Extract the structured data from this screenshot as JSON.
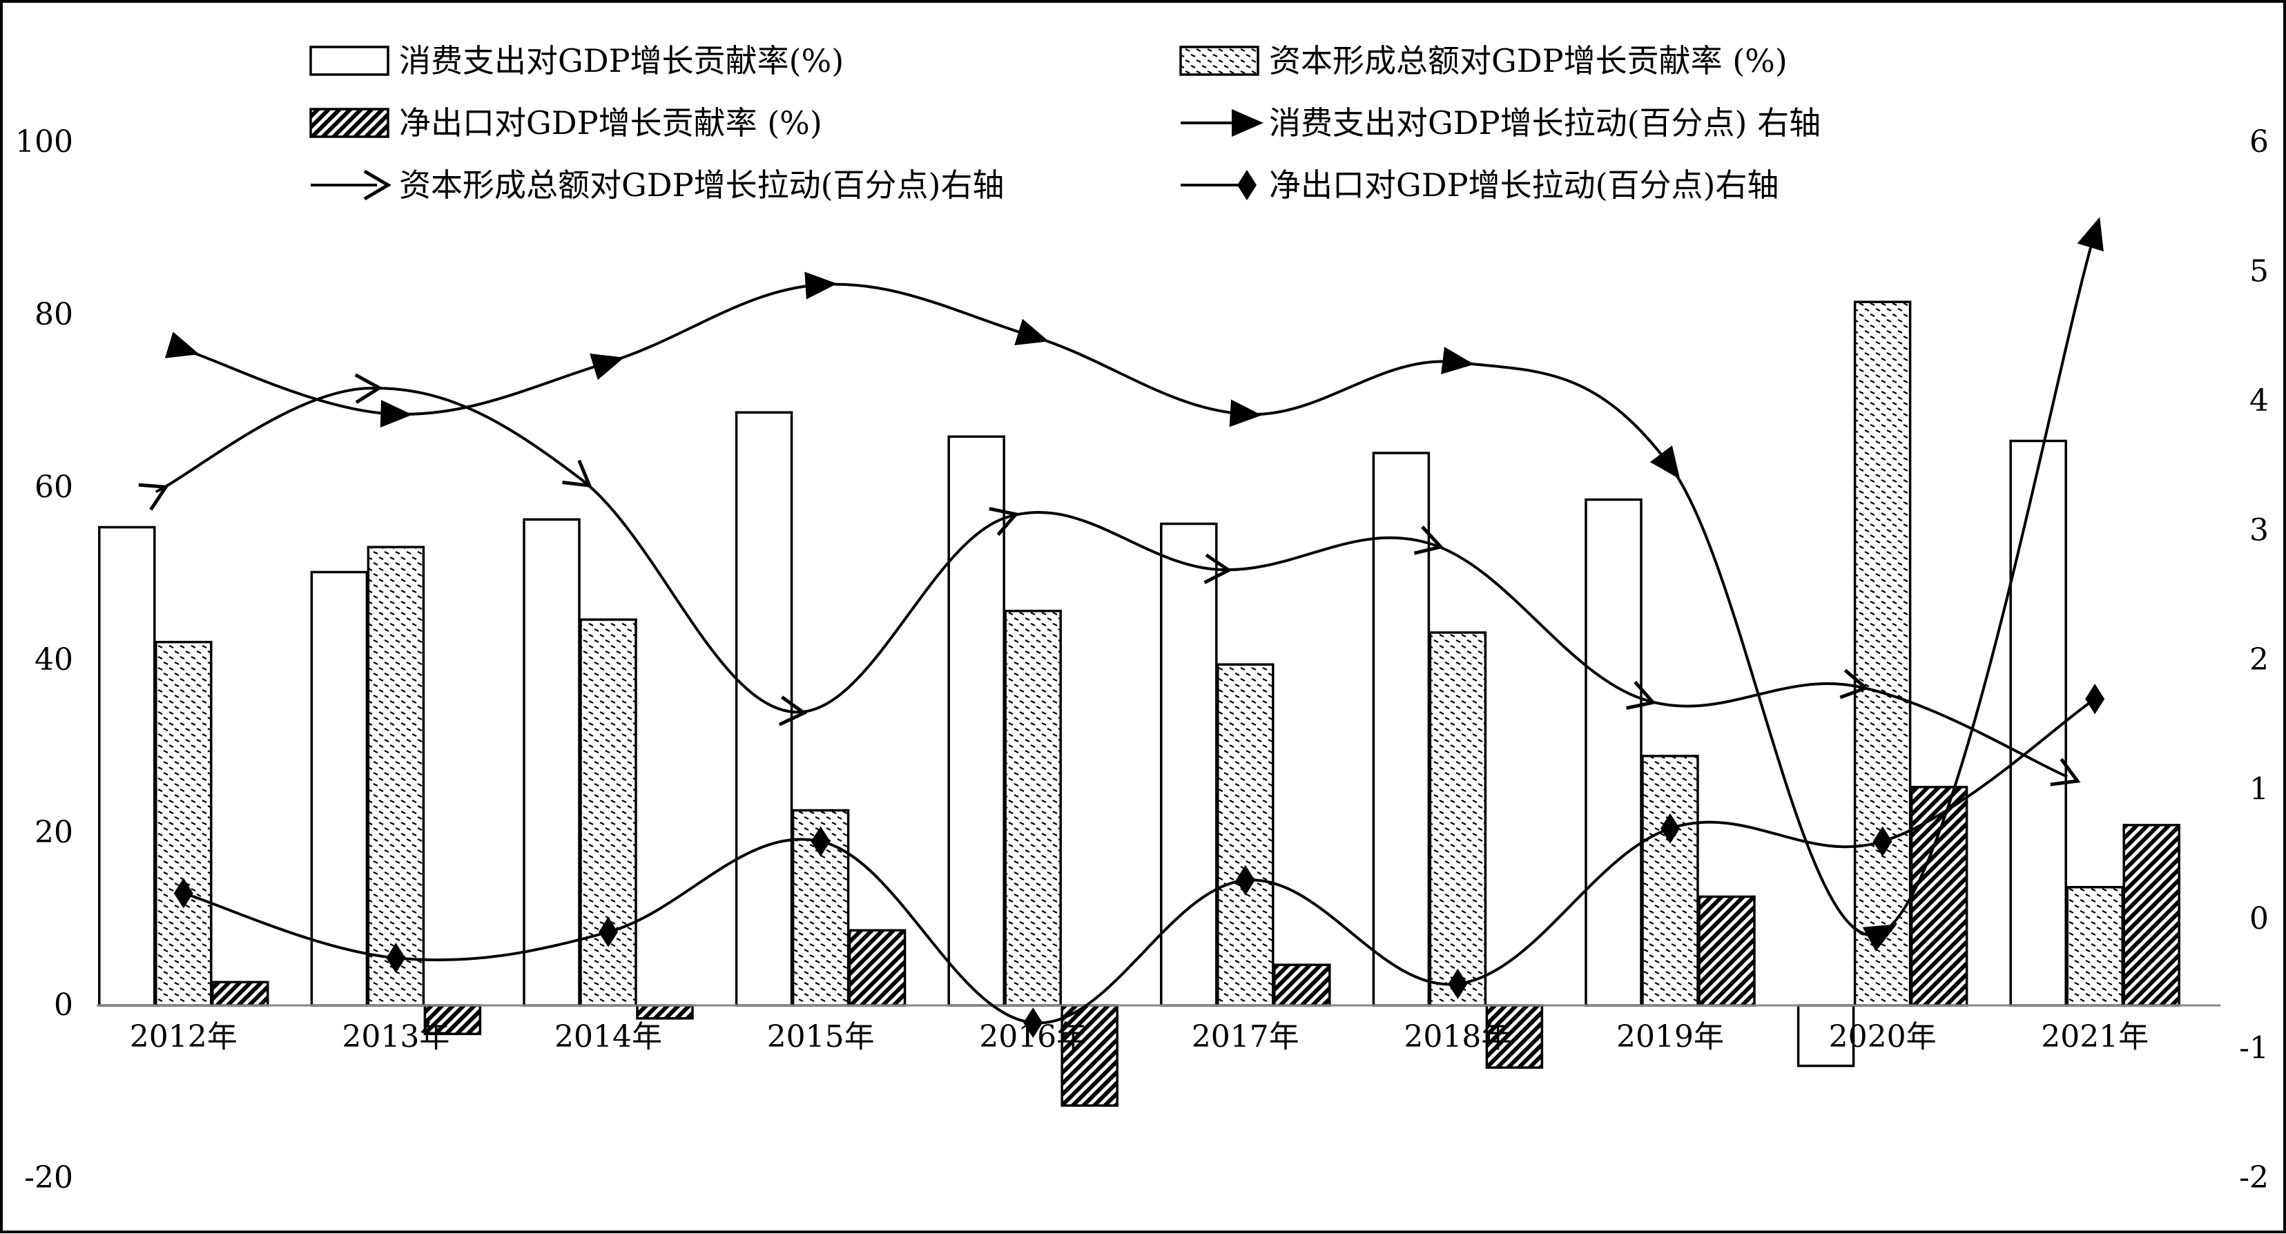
{
  "chart_data": {
    "type": "bar",
    "title": "",
    "xlabel": "",
    "ylabel": "",
    "categories": [
      "2012年",
      "2013年",
      "2014年",
      "2015年",
      "2016年",
      "2017年",
      "2018年",
      "2019年",
      "2020年",
      "2021年"
    ],
    "ylim": [
      -20,
      100
    ],
    "y_ticks": [
      "100",
      "80",
      "60",
      "40",
      "20",
      "0",
      "-20"
    ],
    "y2lim": [
      -2,
      6
    ],
    "y2_ticks": [
      "6",
      "5",
      "4",
      "3",
      "2",
      "1",
      "0",
      "-1",
      "-2"
    ],
    "grid": false,
    "legend_position": "top",
    "bar_series": [
      {
        "name": "消费支出对GDP增长贡献率(%)",
        "pattern": "hollow",
        "values": [
          55.4,
          50.2,
          56.3,
          68.7,
          65.9,
          55.8,
          64.0,
          58.6,
          -7.0,
          65.4
        ]
      },
      {
        "name": "资本形成总额对GDP增长贡献率 (%)",
        "pattern": "dotted",
        "values": [
          42.1,
          53.1,
          44.7,
          22.6,
          45.7,
          39.5,
          43.2,
          28.9,
          81.5,
          13.7
        ]
      },
      {
        "name": "净出口对GDP增长贡献率 (%)",
        "pattern": "hatched",
        "values": [
          2.7,
          -3.3,
          -1.5,
          8.7,
          -11.6,
          4.7,
          -7.2,
          12.6,
          25.3,
          20.9
        ]
      }
    ],
    "line_series": [
      {
        "name": "消费支出对GDP增长拉动(百分点) 右轴",
        "marker": "triangle",
        "axis": "right",
        "values": [
          4.4,
          3.9,
          4.3,
          4.9,
          4.5,
          3.9,
          4.3,
          3.5,
          -0.1,
          5.3
        ]
      },
      {
        "name": "资本形成总额对GDP增长拉动(百分点)右轴",
        "marker": "open-arrow",
        "axis": "right",
        "values": [
          3.3,
          4.1,
          3.4,
          1.6,
          3.1,
          2.7,
          2.9,
          1.7,
          1.8,
          1.1
        ]
      },
      {
        "name": "净出口对GDP增长拉动(百分点)右轴",
        "marker": "diamond",
        "axis": "right",
        "values": [
          0.2,
          -0.3,
          -0.1,
          0.6,
          -0.8,
          0.3,
          -0.5,
          0.7,
          0.6,
          1.7
        ]
      }
    ]
  }
}
